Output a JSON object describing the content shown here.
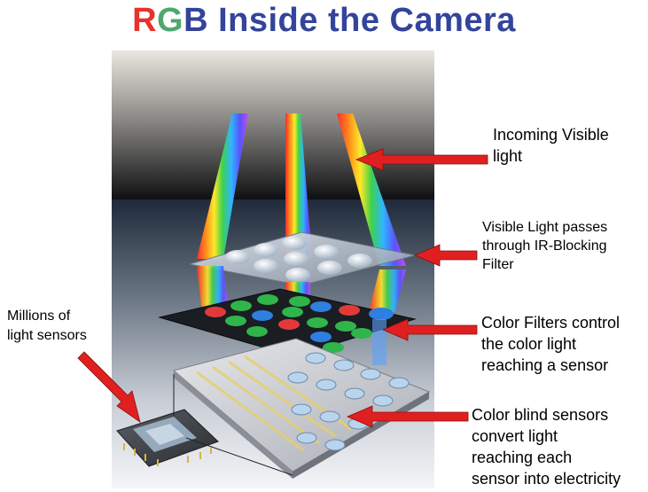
{
  "title": {
    "r": "R",
    "g": "G",
    "b": "B",
    "rest": " Inside the Camera",
    "colors": {
      "r": "#e8322e",
      "g": "#4fa86d",
      "b": "#33449a",
      "rest": "#33449a"
    }
  },
  "labels": {
    "incoming": [
      "Incoming Visible",
      "light"
    ],
    "ir_filter": [
      "Visible Light passes",
      "through IR-Blocking",
      "Filter"
    ],
    "color_filters": [
      "Color Filters control",
      "the color light",
      "reaching a sensor"
    ],
    "sensors": [
      "Color blind sensors",
      "convert light",
      "reaching each",
      "sensor into electricity"
    ],
    "millions": [
      "Millions of",
      "light sensors"
    ]
  },
  "colors": {
    "arrow": "#e02020",
    "filter_red": "#e23a3a",
    "filter_green": "#2fb54a",
    "filter_blue": "#2f7fe0",
    "sensor_board": "#c9ccd2",
    "dark_plate": "#1a1d22"
  }
}
